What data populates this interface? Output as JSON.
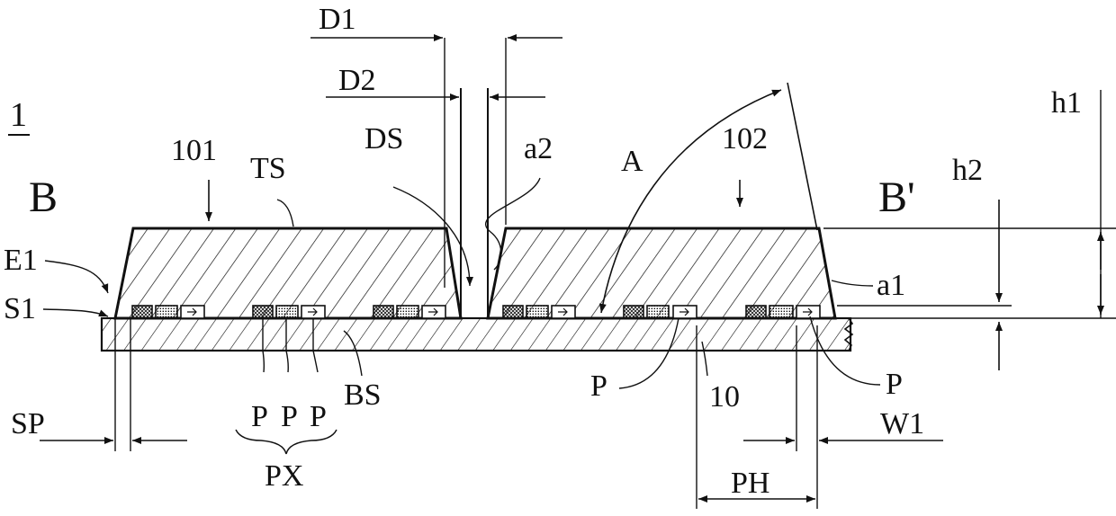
{
  "labels": {
    "fig": "1",
    "b": "B",
    "b_prime": "B'",
    "d1": "D1",
    "d2": "D2",
    "ds": "DS",
    "a2": "a2",
    "a": "A",
    "n101": "101",
    "n102": "102",
    "ts": "TS",
    "h1": "h1",
    "h2": "h2",
    "e1": "E1",
    "s1": "S1",
    "a1": "a1",
    "p1": "P",
    "p2": "P",
    "p3": "P",
    "p4": "P",
    "p5": "P",
    "bs": "BS",
    "n10": "10",
    "sp": "SP",
    "px": "PX",
    "ph": "PH",
    "w1": "W1"
  },
  "colors": {
    "ink": "#111111",
    "background": "#ffffff"
  }
}
